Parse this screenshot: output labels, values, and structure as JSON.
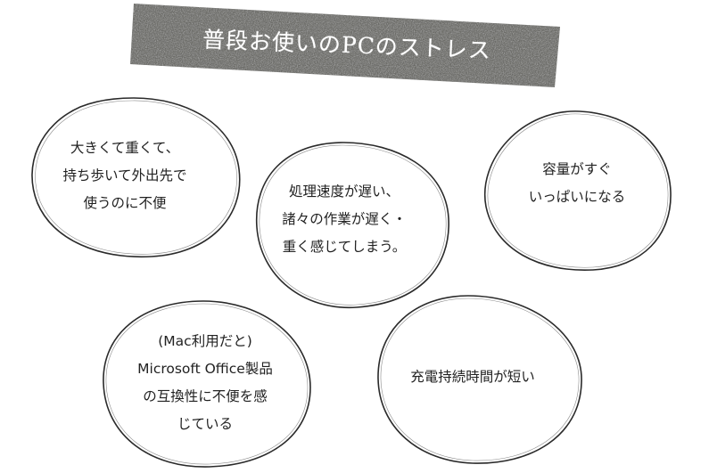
{
  "title": "普段お使いのPCのストレス",
  "colors": {
    "banner": "#6a6a66",
    "banner_text": "#ffffff",
    "outline": "#2a2a2a",
    "body_text": "#222222",
    "background": "#ffffff"
  },
  "bubbles": [
    {
      "lines": [
        "大きくて重くて、",
        "持ち歩いて外出先で",
        "使うのに不便"
      ]
    },
    {
      "lines": [
        "処理速度が遅い、",
        "諸々の作業が遅く・",
        "重く感じてしまう。"
      ]
    },
    {
      "lines": [
        "容量がすぐ",
        "いっぱいになる"
      ]
    },
    {
      "lines": [
        "(Mac利用だと)",
        "Microsoft Office製品",
        "の互換性に不便を感",
        "じている"
      ]
    },
    {
      "lines": [
        "充電持続時間が短い"
      ]
    }
  ]
}
